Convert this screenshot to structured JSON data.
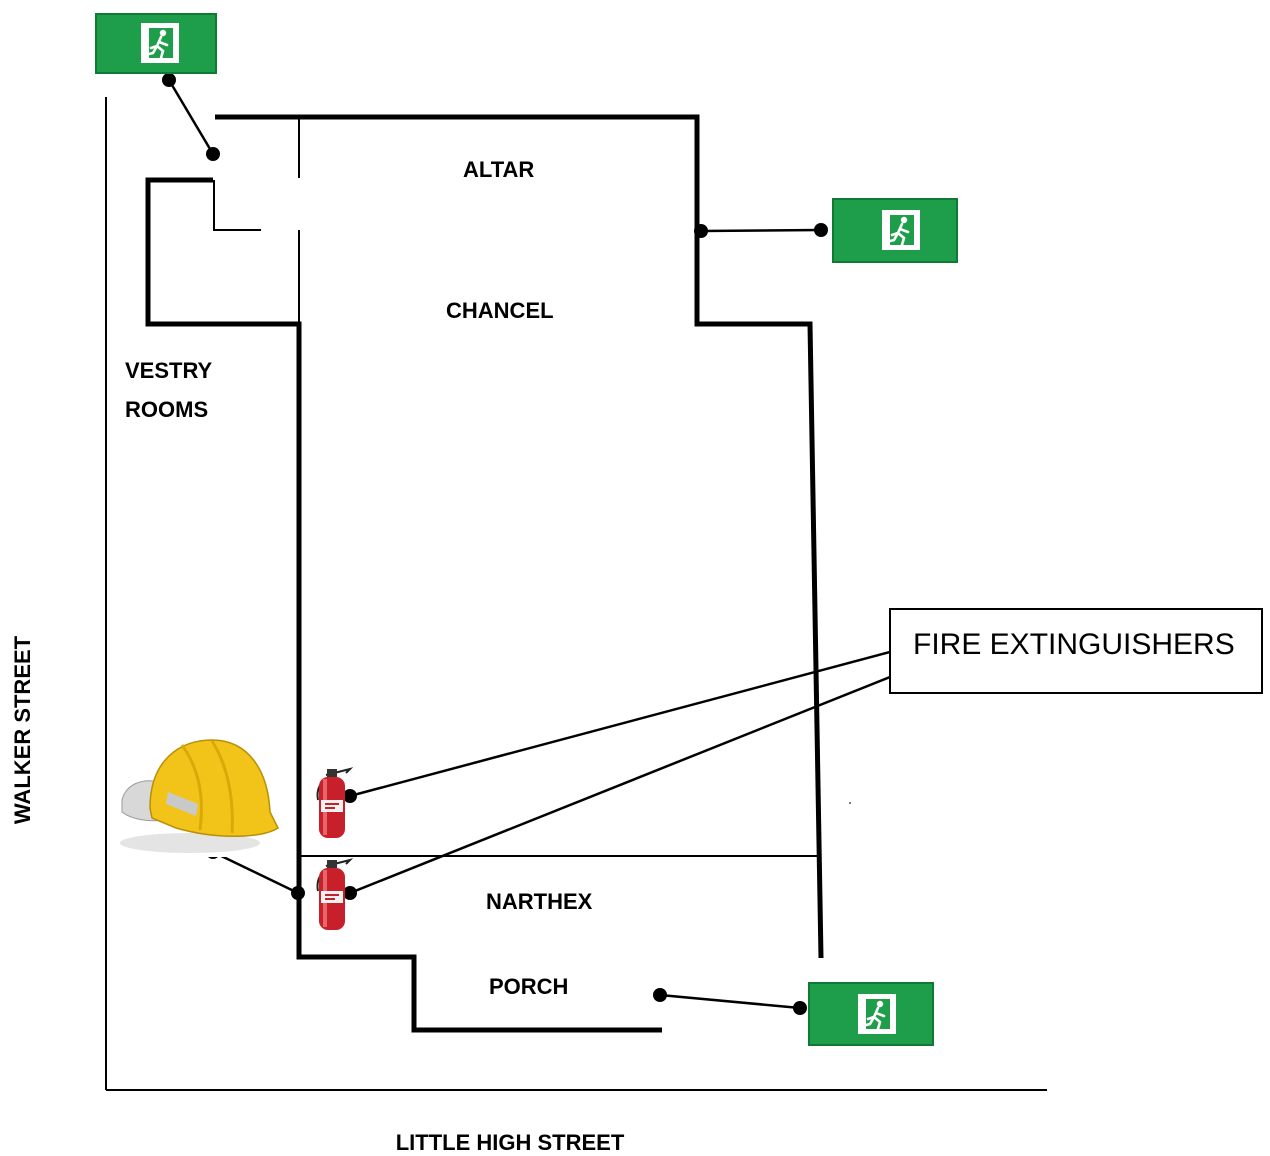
{
  "rooms": {
    "altar": "ALTAR",
    "chancel": "CHANCEL",
    "vestry_line1": "VESTRY",
    "vestry_line2": "ROOMS",
    "narthex": "NARTHEX",
    "porch": "PORCH"
  },
  "streets": {
    "side": "WALKER STREET",
    "bottom": "LITTLE HIGH STREET"
  },
  "callout": {
    "label": "FIRE EXTINGUISHERS"
  },
  "icons": {
    "exit_sign": "emergency-exit-sign-icon",
    "extinguisher": "fire-extinguisher-icon",
    "hard_hat": "hard-hat-icon"
  },
  "colors": {
    "exit_green": "#1e9e4a",
    "extinguisher_red": "#c8202a",
    "hard_hat_yellow": "#f2c41a",
    "wall": "#000000"
  }
}
